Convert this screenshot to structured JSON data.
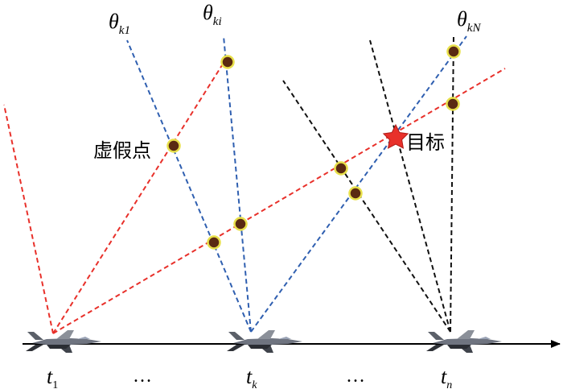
{
  "labels": {
    "theta_k1": {
      "base": "θ",
      "sub": "k1"
    },
    "theta_ki": {
      "base": "θ",
      "sub": "ki"
    },
    "theta_kN": {
      "base": "θ",
      "sub": "kN"
    },
    "false_point": "虚假点",
    "target": "目标",
    "t1": {
      "base": "t",
      "sub": "1"
    },
    "tk": {
      "base": "t",
      "sub": "k"
    },
    "tn": {
      "base": "t",
      "sub": "n"
    },
    "ellipsis_1": "…",
    "ellipsis_2": "…"
  },
  "colors": {
    "red_rays": "#e8302a",
    "blue_rays": "#2f5fb0",
    "black_rays": "#111111",
    "intersection_fill": "#5a2a12",
    "intersection_ring": "#e8e04a",
    "target_star": "#e8302a",
    "axis": "#000000"
  }
}
